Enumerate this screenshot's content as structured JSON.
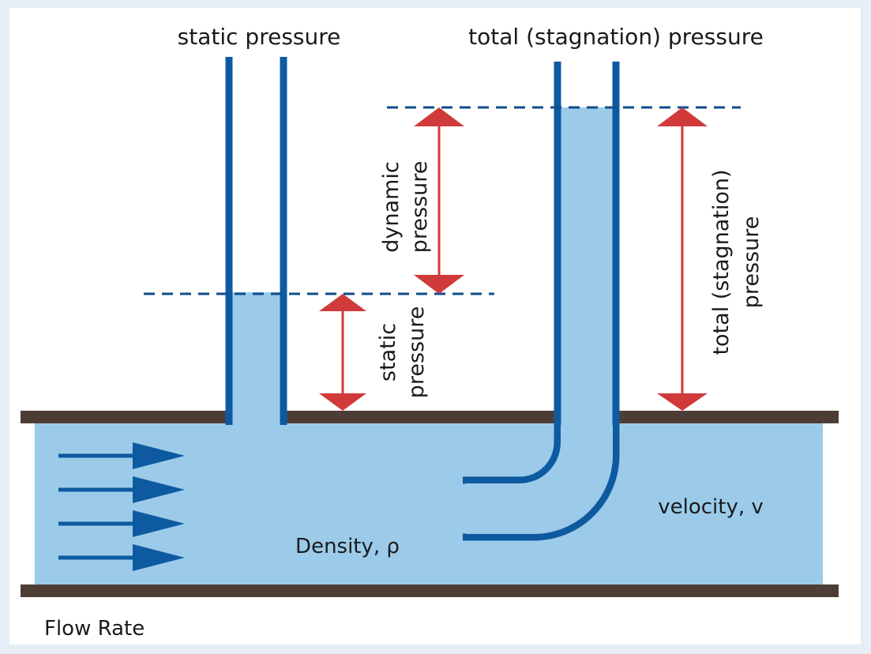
{
  "labels": {
    "static_tube_title": "static pressure",
    "total_tube_title": "total (stagnation) pressure",
    "dynamic_line1": "dynamic",
    "dynamic_line2": "pressure",
    "static_line1": "static",
    "static_line2": "pressure",
    "total_line1": "total (stagnation)",
    "total_line2": "pressure",
    "density": "Density, ρ",
    "velocity": "velocity, v",
    "flow_rate": "Flow Rate"
  },
  "colors": {
    "background": "#e6eef7",
    "panel": "#ffffff",
    "fluid": "#9ccbe9",
    "pipe_wall": "#4e3d36",
    "tube": "#0d5aa1",
    "arrow_red": "#d03a3a",
    "dashed_line": "#0f4d8a",
    "flow_arrow": "#0d5aa1"
  },
  "icons": {
    "flow_arrow": "right-arrow-icon",
    "measurement_arrow": "double-headed-arrow-icon"
  }
}
